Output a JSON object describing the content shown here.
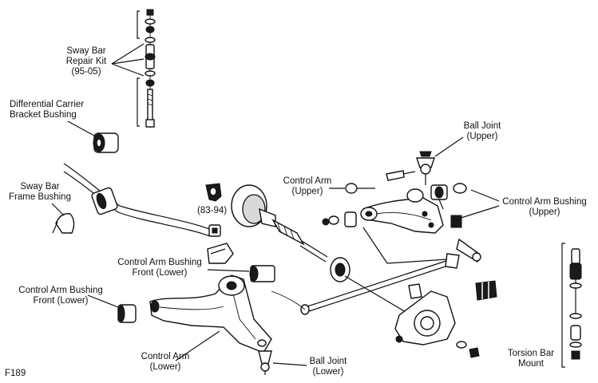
{
  "labels": {
    "sway_bar_repair_kit": [
      "Sway Bar",
      "Repair Kit",
      "(95-05)"
    ],
    "differential_bushing": [
      "Differential Carrier",
      "Bracket Bushing"
    ],
    "sway_bar_frame_bushing": [
      "Sway Bar",
      "Frame Bushing"
    ],
    "year_range": "(83-94)",
    "ball_joint_upper": [
      "Ball Joint",
      "(Upper)"
    ],
    "control_arm_upper": [
      "Control Arm",
      "(Upper)"
    ],
    "control_arm_bushing_upper": [
      "Control Arm Bushing",
      "(Upper)"
    ],
    "control_arm_bushing_front_lower_mid": [
      "Control Arm Bushing",
      "Front (Lower)"
    ],
    "control_arm_bushing_front_lower_left": [
      "Control Arm Bushing",
      "Front (Lower)"
    ],
    "control_arm_lower": [
      "Control Arm",
      "(Lower)"
    ],
    "ball_joint_lower": [
      "Ball Joint",
      "(Lower)"
    ],
    "torsion_bar_mount": [
      "Torsion Bar",
      "Mount"
    ],
    "figure_id": "F189"
  }
}
